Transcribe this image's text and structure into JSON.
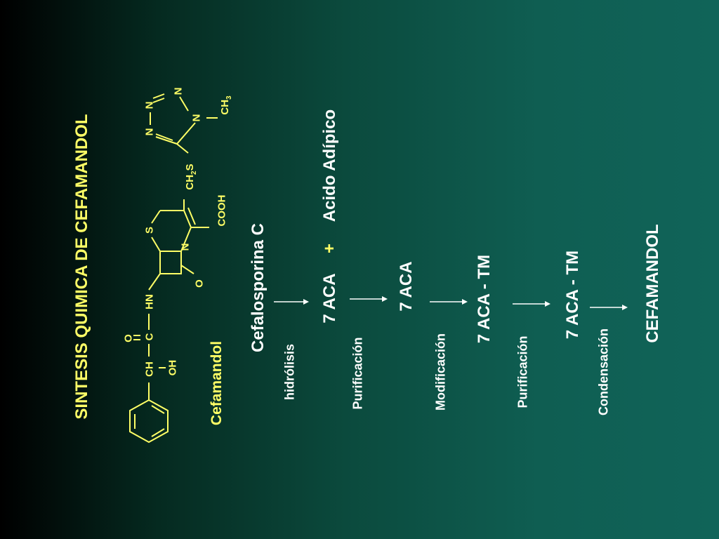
{
  "title": "SINTESIS QUIMICA DE CEFAMANDOL",
  "molecule": {
    "name": "Cefamandol",
    "atoms": {
      "o_carbonyl_acyl": "O",
      "ch": "CH",
      "c": "C",
      "oh": "OH",
      "hn": "HN",
      "s_ring": "S",
      "n_ring": "N",
      "o_lactam": "O",
      "ch2s_main": "CH",
      "ch2s_sub": "2",
      "ch2s_s": "S",
      "cooh": "COOH",
      "tz_n1": "N",
      "tz_n2": "N",
      "tz_n3": "N",
      "tz_n4": "N",
      "ch3_main": "CH",
      "ch3_sub": "3"
    }
  },
  "flow": {
    "start": "Cefalosporina C",
    "step1": "hidrólisis",
    "product1_a": "7 ACA",
    "plus": "+",
    "product1_b": "Acido Adípico",
    "step2": "Purificación",
    "product2": "7 ACA",
    "step3": "Modificación",
    "product3": "7 ACA - TM",
    "step4": "Purificación",
    "product4": "7 ACA - TM",
    "step5": "Condensación",
    "final": "CEFAMANDOL"
  },
  "colors": {
    "title": "#ffff66",
    "text": "#ffffff",
    "accent": "#ffff66"
  }
}
